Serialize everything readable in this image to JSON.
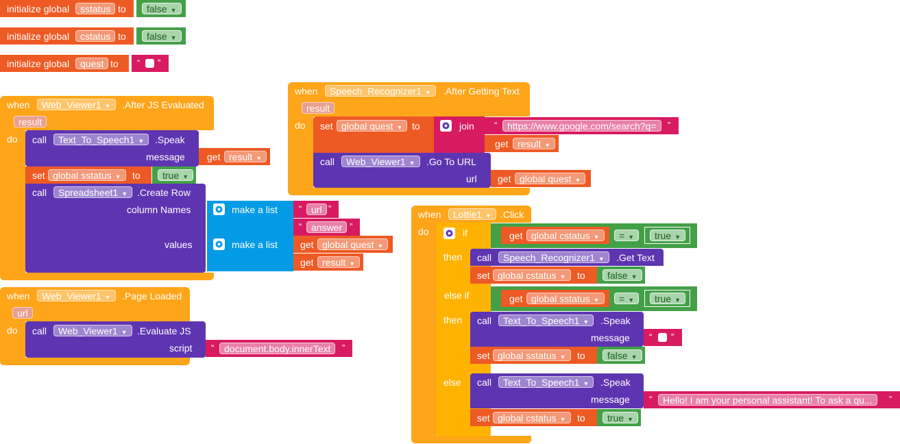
{
  "globals": [
    {
      "kw": "initialize global",
      "name": "sstatus",
      "to": "to",
      "value": "false"
    },
    {
      "kw": "initialize global",
      "name": "cstatus",
      "to": "to",
      "value": "false"
    },
    {
      "kw": "initialize global",
      "name": "quest",
      "to": "to",
      "value": ""
    }
  ],
  "kw": {
    "when": "when",
    "do": "do",
    "call": "call",
    "set": "set",
    "get": "get",
    "to": "to",
    "if": "if",
    "then": "then",
    "else_if": "else if",
    "else": "else",
    "join": "join",
    "make_list": "make a list",
    "eq": "="
  },
  "block1": {
    "component": "Web_Viewer1",
    "event": ".After JS Evaluated",
    "param": "result",
    "speak_comp": "Text_To_Speech1",
    "speak_method": ".Speak",
    "message_label": "message",
    "get_result": "result",
    "set_var": "global sstatus",
    "set_value": "true",
    "sheet_comp": "Spreadsheet1",
    "sheet_method": ".Create Row",
    "col_names_label": "column Names",
    "values_label": "values",
    "list1": [
      "url",
      "answer"
    ],
    "list2": [
      "global quest",
      "result"
    ]
  },
  "block2": {
    "component": "Web_Viewer1",
    "event": ".Page Loaded",
    "param": "url",
    "call_comp": "Web_Viewer1",
    "call_method": ".Evaluate JS",
    "script_label": "script",
    "script_value": "document.body.innerText"
  },
  "block3": {
    "component": "Speech_Recognizer1",
    "event": ".After Getting Text",
    "param": "result",
    "set_var": "global quest",
    "join_text": "https://www.google.com/search?q=",
    "get_result": "result",
    "call_comp": "Web_Viewer1",
    "call_method": ".Go To URL",
    "url_label": "url",
    "url_value": "global quest"
  },
  "block4": {
    "component": "Lottie1",
    "event": ".Click",
    "cond1_var": "global cstatus",
    "cond1_op": "=",
    "cond1_val": "true",
    "then1_comp": "Speech_Recognizer1",
    "then1_method": ".Get Text",
    "then1_set_var": "global cstatus",
    "then1_set_val": "false",
    "cond2_var": "global sstatus",
    "cond2_op": "=",
    "cond2_val": "true",
    "then2_comp": "Text_To_Speech1",
    "then2_method": ".Speak",
    "message_label": "message",
    "then2_set_var": "global sstatus",
    "then2_set_val": "false",
    "else_comp": "Text_To_Speech1",
    "else_method": ".Speak",
    "else_message": "Hello! I am your personal assistant! To ask a qu...",
    "else_set_var": "global cstatus",
    "else_set_val": "true"
  },
  "colors": {
    "event": "#FFA519",
    "variable": "#EE5A24",
    "logic": "#43A047",
    "text": "#D81B60",
    "component": "#5E35B1",
    "list": "#039BE5"
  }
}
